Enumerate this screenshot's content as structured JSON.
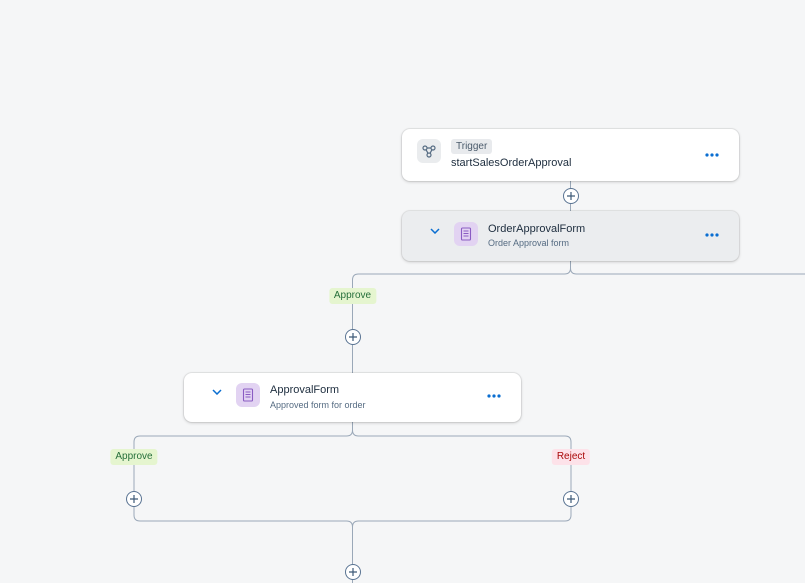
{
  "colors": {
    "connector": "#9aa8b8",
    "accent": "#0a6ed1",
    "form_icon": "#8a5cc3",
    "trigger_icon": "#556b82",
    "approve_bg": "#e5f5cf",
    "reject_bg": "#fde2e9"
  },
  "trigger": {
    "tag": "Trigger",
    "name": "startSalesOrderApproval",
    "icon": "process-trigger-icon",
    "more_icon": "more-options-icon"
  },
  "order_approval_form": {
    "title": "OrderApprovalForm",
    "subtitle": "Order Approval form",
    "icon": "form-icon",
    "expand_icon": "chevron-down-icon",
    "more_icon": "more-options-icon"
  },
  "approval_form": {
    "title": "ApprovalForm",
    "subtitle": "Approved form for order",
    "icon": "form-icon",
    "expand_icon": "chevron-down-icon",
    "more_icon": "more-options-icon"
  },
  "branches": {
    "approve_1": "Approve",
    "approve_2": "Approve",
    "reject_2": "Reject"
  },
  "add_step_icon": "plus-icon"
}
